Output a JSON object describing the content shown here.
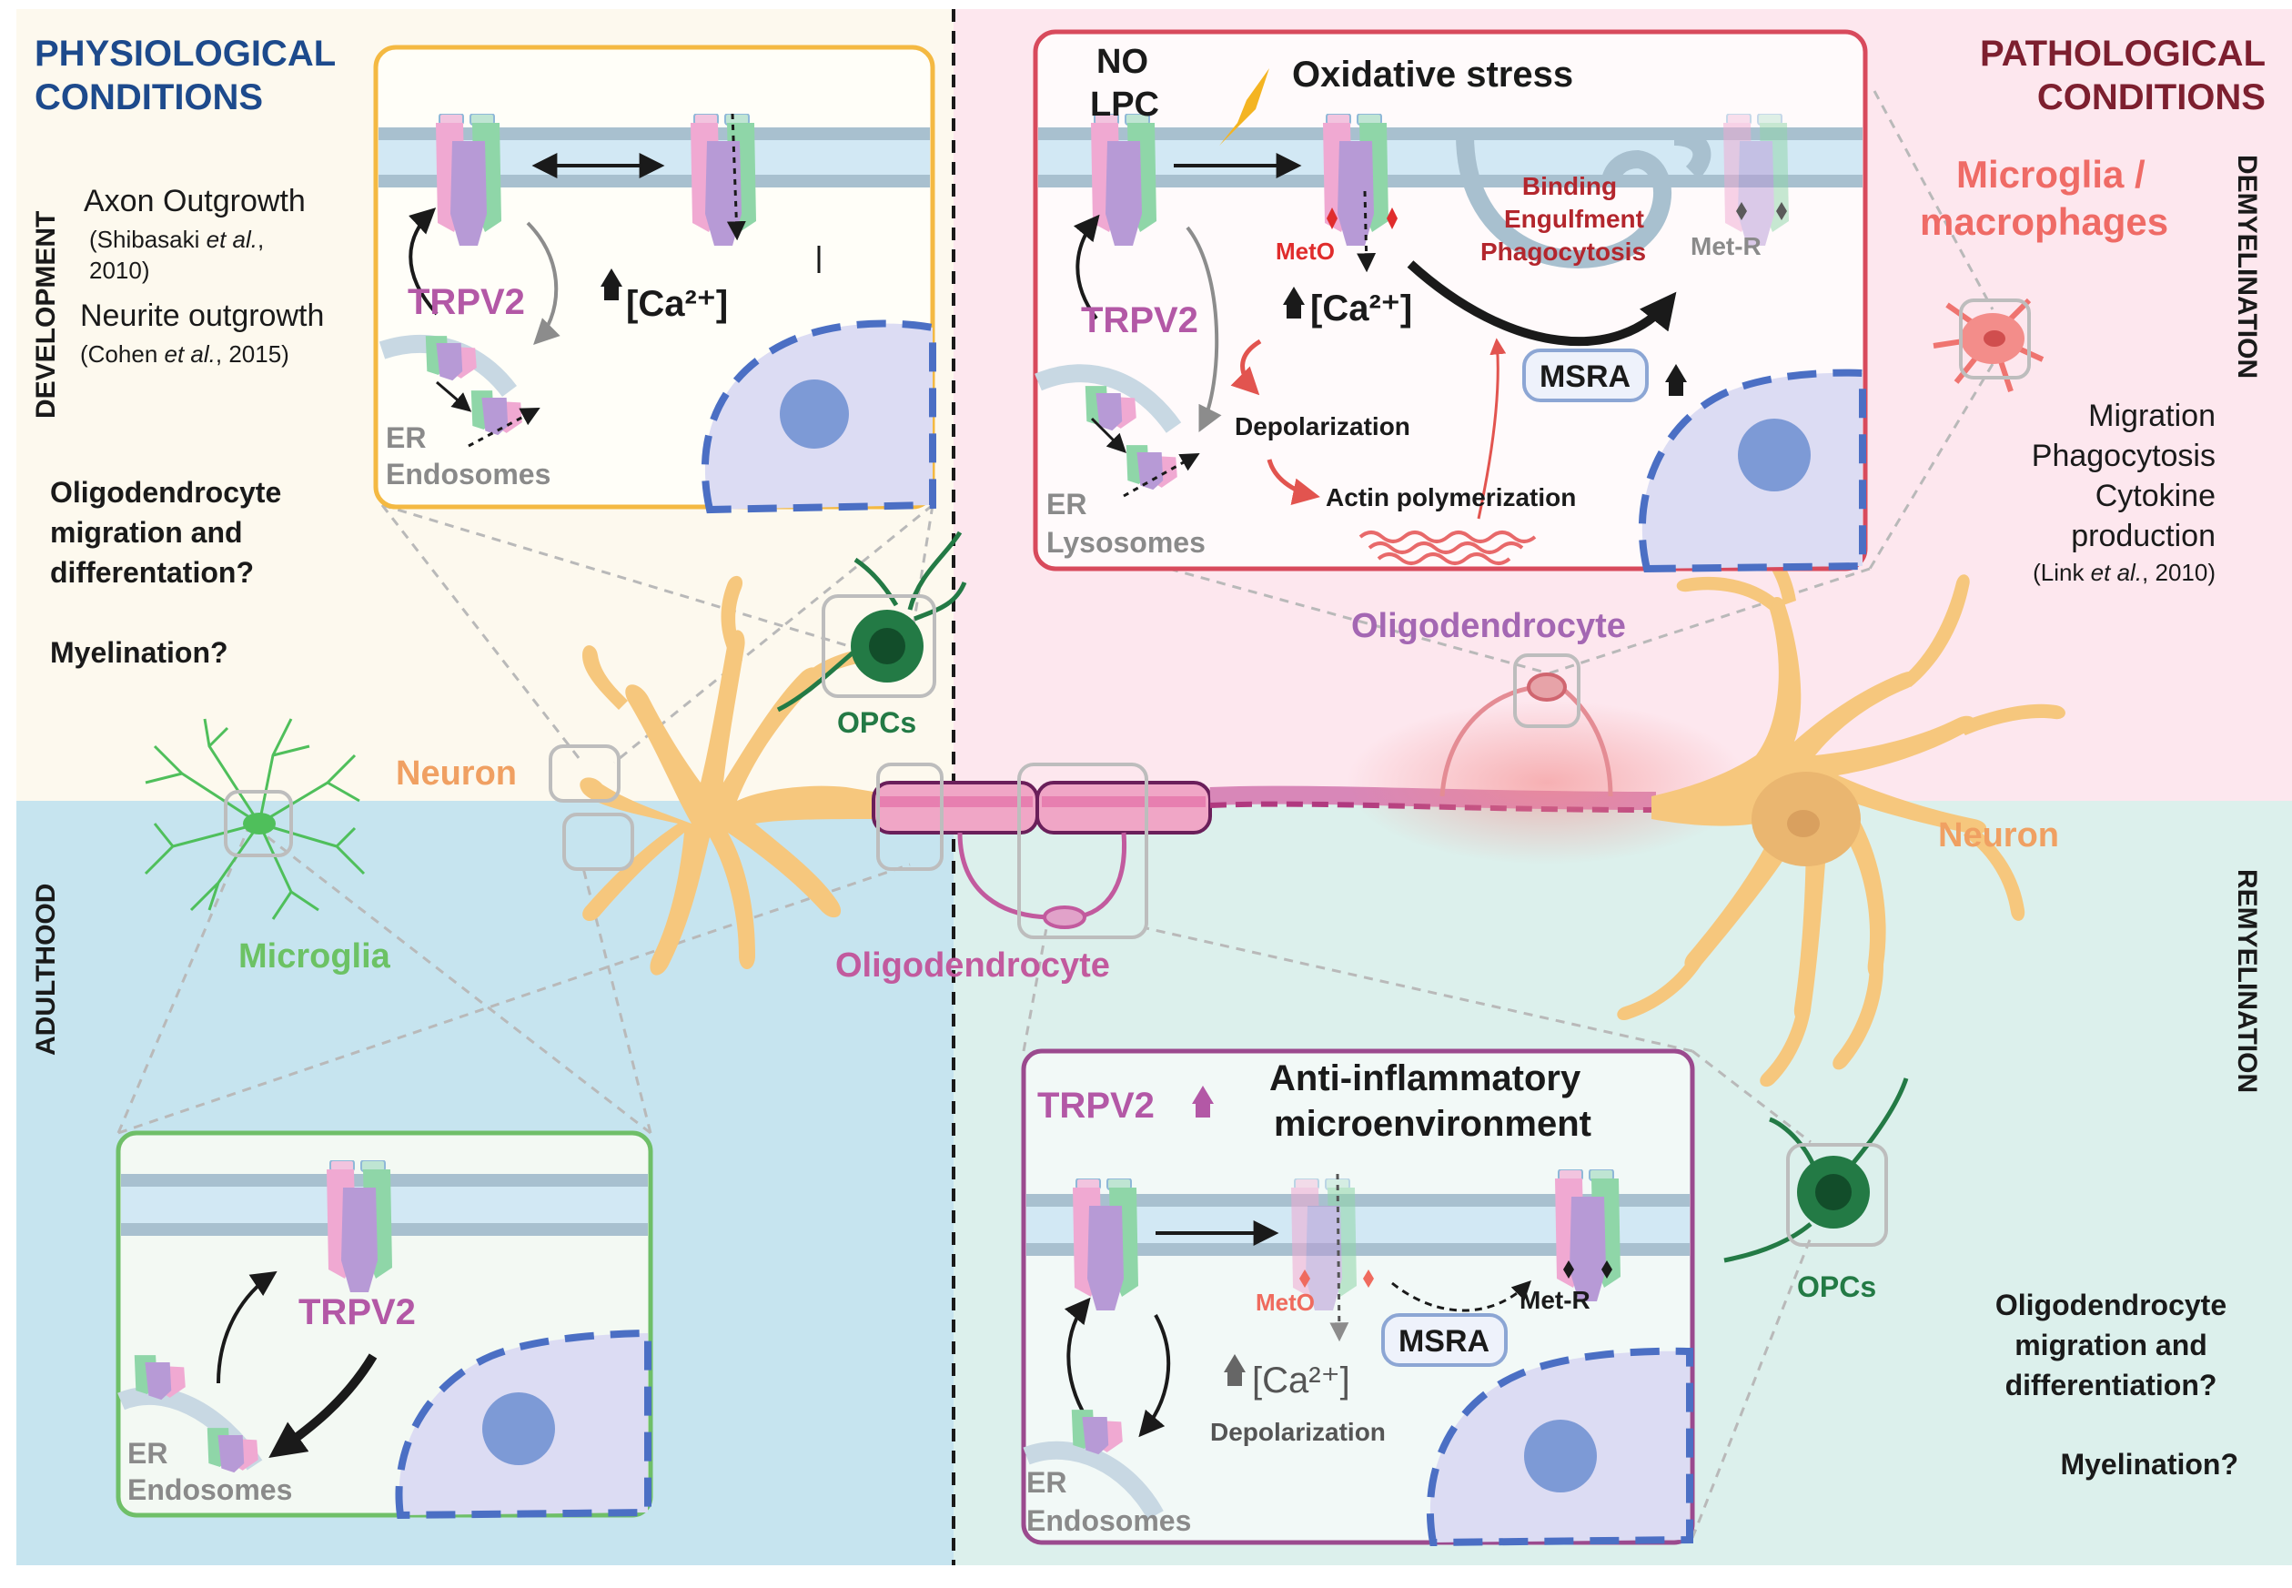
{
  "quadrants": {
    "top_left": {
      "title_line1": "PHYSIOLOGICAL",
      "title_line2": "CONDITIONS",
      "side_label": "DEVELOPMENT",
      "axon_outgrowth": "Axon Outgrowth",
      "axon_ref_1": "(Shibasaki ",
      "axon_ref_etal": "et al.",
      "axon_ref_2": ",",
      "axon_ref_year": "2010)",
      "neurite_outgrowth": "Neurite outgrowth",
      "neurite_ref_1": "(Cohen ",
      "neurite_ref_etal": "et al.",
      "neurite_ref_2": ", 2015)",
      "question_1a": "Oligodendrocyte",
      "question_1b": "migration and",
      "question_1c": "differentation?",
      "question_2": "Myelination?"
    },
    "top_right": {
      "title_line1": "PATHOLOGICAL",
      "title_line2": "CONDITIONS",
      "side_label": "DEMYELINATION",
      "cell_type_1": "Microglia /",
      "cell_type_2": "macrophages",
      "func_1": "Migration",
      "func_2": "Phagocytosis",
      "func_3": "Cytokine",
      "func_4": "production",
      "ref_1": "(Link ",
      "ref_etal": "et al.",
      "ref_2": ", 2010)"
    },
    "bottom_left": {
      "side_label": "ADULTHOOD"
    },
    "bottom_right": {
      "side_label": "REMYELINATION",
      "question_1a": "Oligodendrocyte",
      "question_1b": "migration and",
      "question_1c": "differentiation?",
      "question_2": "Myelination?"
    }
  },
  "panels": {
    "development": {
      "channel": "TRPV2",
      "calcium": "[Ca²⁺]",
      "er": "ER",
      "endosomes": "Endosomes"
    },
    "demyelination": {
      "no": "NO",
      "lpc": "LPC",
      "oxidative_stress": "Oxidative stress",
      "channel": "TRPV2",
      "calcium": "[Ca²⁺]",
      "meto": "MetO",
      "binding": "Binding",
      "engulfment": "Engulfment",
      "phagocytosis": "Phagocytosis",
      "met_r": "Met-R",
      "msra": "MSRA",
      "depolarization": "Depolarization",
      "actin": "Actin polymerization",
      "er": "ER",
      "lysosomes": "Lysosomes"
    },
    "adulthood": {
      "channel": "TRPV2",
      "er": "ER",
      "endosomes": "Endosomes"
    },
    "remyelination": {
      "channel": "TRPV2",
      "anti_1": "Anti-inflammatory",
      "anti_2": "microenvironment",
      "meto": "MetO",
      "met_r": "Met-R",
      "msra": "MSRA",
      "calcium": "[Ca²⁺]",
      "depolarization": "Depolarization",
      "er": "ER",
      "endosomes": "Endosomes"
    }
  },
  "cells": {
    "neuron_left": "Neuron",
    "neuron_right": "Neuron",
    "opcs_top": "OPCs",
    "opcs_bottom": "OPCs",
    "microglia": "Microglia",
    "oligodendrocyte_center": "Oligodendrocyte",
    "oligodendrocyte_top": "Oligodendrocyte"
  },
  "colors": {
    "physiological_bg": "#fdf9ee",
    "pathological_bg": "#fde7ee",
    "adulthood_bg": "#c6e4ef",
    "remyelination_bg": "#dcf0ec",
    "navy_title": "#1d4a8c",
    "maroon_title": "#7d1f2f",
    "trpv2": "#b358a6",
    "neuron": "#f6c77d",
    "opc": "#237a45",
    "microglia": "#4fbf5b",
    "macrophage": "#ef7470",
    "myelin": "#c7418a",
    "oligodendrocyte": "#c25a9e",
    "red_text": "#d9302a"
  }
}
